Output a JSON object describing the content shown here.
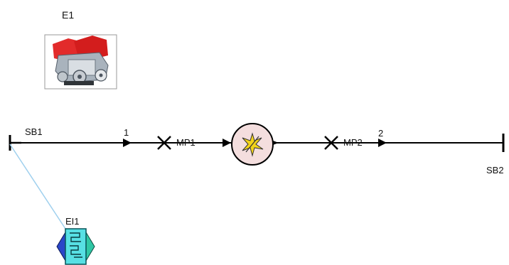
{
  "diagram": {
    "engine": {
      "label": "E1",
      "icon": "engine-icon"
    },
    "bus_start": {
      "label": "SB1"
    },
    "bus_end": {
      "label": "SB2"
    },
    "pipe_1": {
      "label": "1"
    },
    "pipe_2": {
      "label": "2"
    },
    "measure_point_1": {
      "label": "MP1",
      "icon": "cross-icon"
    },
    "measure_point_2": {
      "label": "MP2",
      "icon": "cross-icon"
    },
    "central_node": {
      "label": "",
      "icon": "spark-circle-icon"
    },
    "element_icon": {
      "label": "EI1",
      "icon": "circuit-block-icon"
    }
  },
  "colors": {
    "line": "#000000",
    "link": "#9fd0ee",
    "node_fill": "#f4dede",
    "spark": "#f2d31a"
  }
}
